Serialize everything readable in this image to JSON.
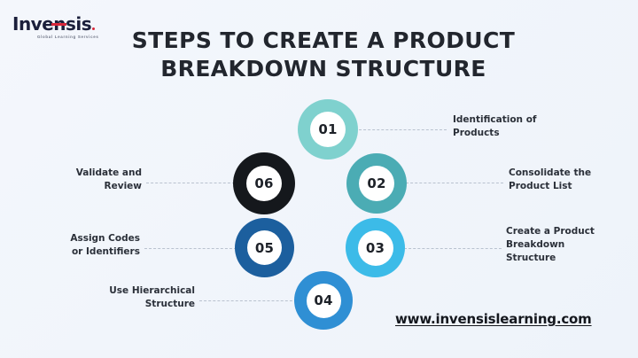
{
  "brand": {
    "logo_word": "Invensis",
    "logo_tagline": "Global Learning Services",
    "site_url": "www.invensislearning.com"
  },
  "header": {
    "title_line1": "STEPS TO CREATE A PRODUCT",
    "title_line2": "BREAKDOWN STRUCTURE"
  },
  "colors": {
    "background": "#f2f5fb",
    "title": "#22262e",
    "label": "#2b3039",
    "connector": "#b9c2cf",
    "step_01": "#7fd1ce",
    "step_02": "#4bacb4",
    "step_03": "#3cbbe8",
    "step_04": "#2f8fd4",
    "step_05": "#1c5f9e",
    "step_06": "#15181c",
    "logo_accent": "#d6263a"
  },
  "steps": [
    {
      "number": "01",
      "label_line1": "Identification of",
      "label_line2": "Products",
      "label_line3": "",
      "side": "right",
      "color": "#7fd1ce"
    },
    {
      "number": "02",
      "label_line1": "Consolidate the",
      "label_line2": "Product List",
      "label_line3": "",
      "side": "right",
      "color": "#4bacb4"
    },
    {
      "number": "03",
      "label_line1": "Create a Product",
      "label_line2": "Breakdown",
      "label_line3": "Structure",
      "side": "right",
      "color": "#3cbbe8"
    },
    {
      "number": "04",
      "label_line1": "Use Hierarchical",
      "label_line2": "Structure",
      "label_line3": "",
      "side": "left",
      "color": "#2f8fd4"
    },
    {
      "number": "05",
      "label_line1": "Assign Codes",
      "label_line2": "or Identifiers",
      "label_line3": "",
      "side": "left",
      "color": "#1c5f9e"
    },
    {
      "number": "06",
      "label_line1": "Validate and",
      "label_line2": "Review",
      "label_line3": "",
      "side": "left",
      "color": "#15181c"
    }
  ]
}
